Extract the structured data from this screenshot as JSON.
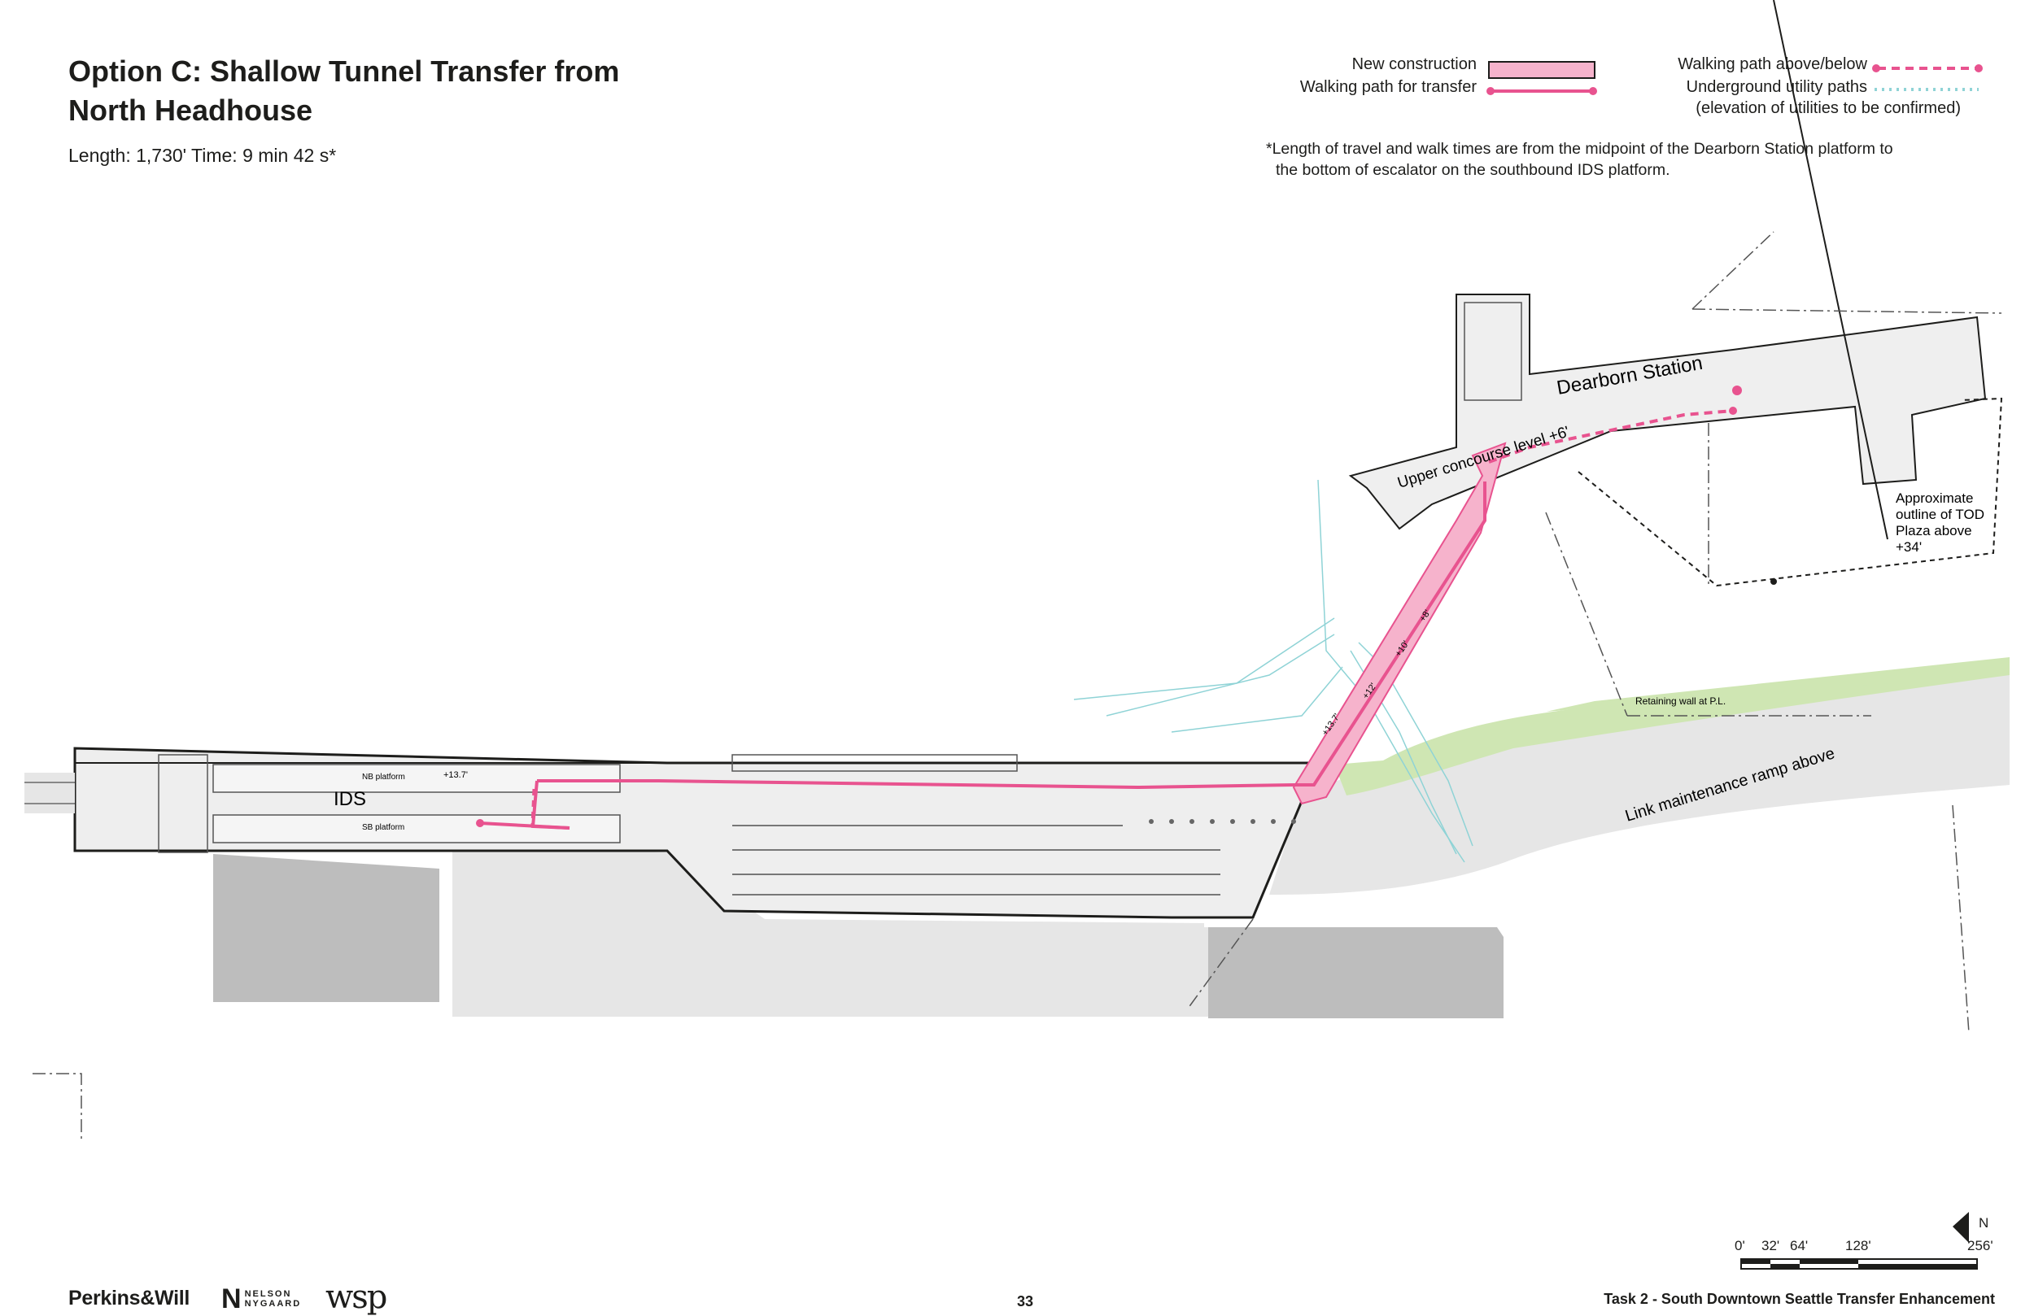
{
  "header": {
    "title_line1": "Option C: Shallow Tunnel Transfer from",
    "title_line2": "North Headhouse",
    "length_time": "Length: 1,730' Time: 9 min 42 s*"
  },
  "legend": {
    "new_construction": "New construction",
    "walking_path_transfer": "Walking path for transfer",
    "walking_path_above_below": "Walking path above/below",
    "underground_utility": "Underground utility paths",
    "utility_note": "(elevation of utilities to be confirmed)"
  },
  "note": {
    "line1": "*Length of travel and walk times are from the midpoint of the Dearborn Station platform to",
    "line2": "the bottom of escalator on the southbound IDS platform."
  },
  "map_labels": {
    "dearborn_station": "Dearborn Station",
    "upper_concourse": "Upper concourse level +6'",
    "tod_plaza": [
      "Approximate",
      "outline of TOD",
      "Plaza above",
      "+34'"
    ],
    "retaining_wall": "Retaining wall at P.L.",
    "link_ramp": "Link maintenance ramp above",
    "ids": "IDS",
    "nb_platform": "NB platform",
    "sb_platform": "SB platform",
    "elev_137_a": "+13.7'",
    "elev_137_b": "+13.7'",
    "elev_12": "+12'",
    "elev_10": "+10'",
    "elev_8": "+8'"
  },
  "scale": {
    "labels": [
      "0'",
      "32'",
      "64'",
      "128'",
      "256'"
    ],
    "north": "N"
  },
  "footer": {
    "logo_pw": "Perkins&Will",
    "logo_nn_mark": "N",
    "logo_nn_1": "NELSON",
    "logo_nn_2": "NYGAARD",
    "logo_wsp": "wsp",
    "page_number": "33",
    "task": "Task 2 - South Downtown Seattle Transfer Enhancement"
  },
  "colors": {
    "pink": "#e8538f",
    "pink_fill": "#f6b3cc",
    "utility": "#8fd3d6",
    "green": "#cfe6b3",
    "gray_light": "#e6e6e6",
    "gray_dark": "#bdbdbd"
  }
}
